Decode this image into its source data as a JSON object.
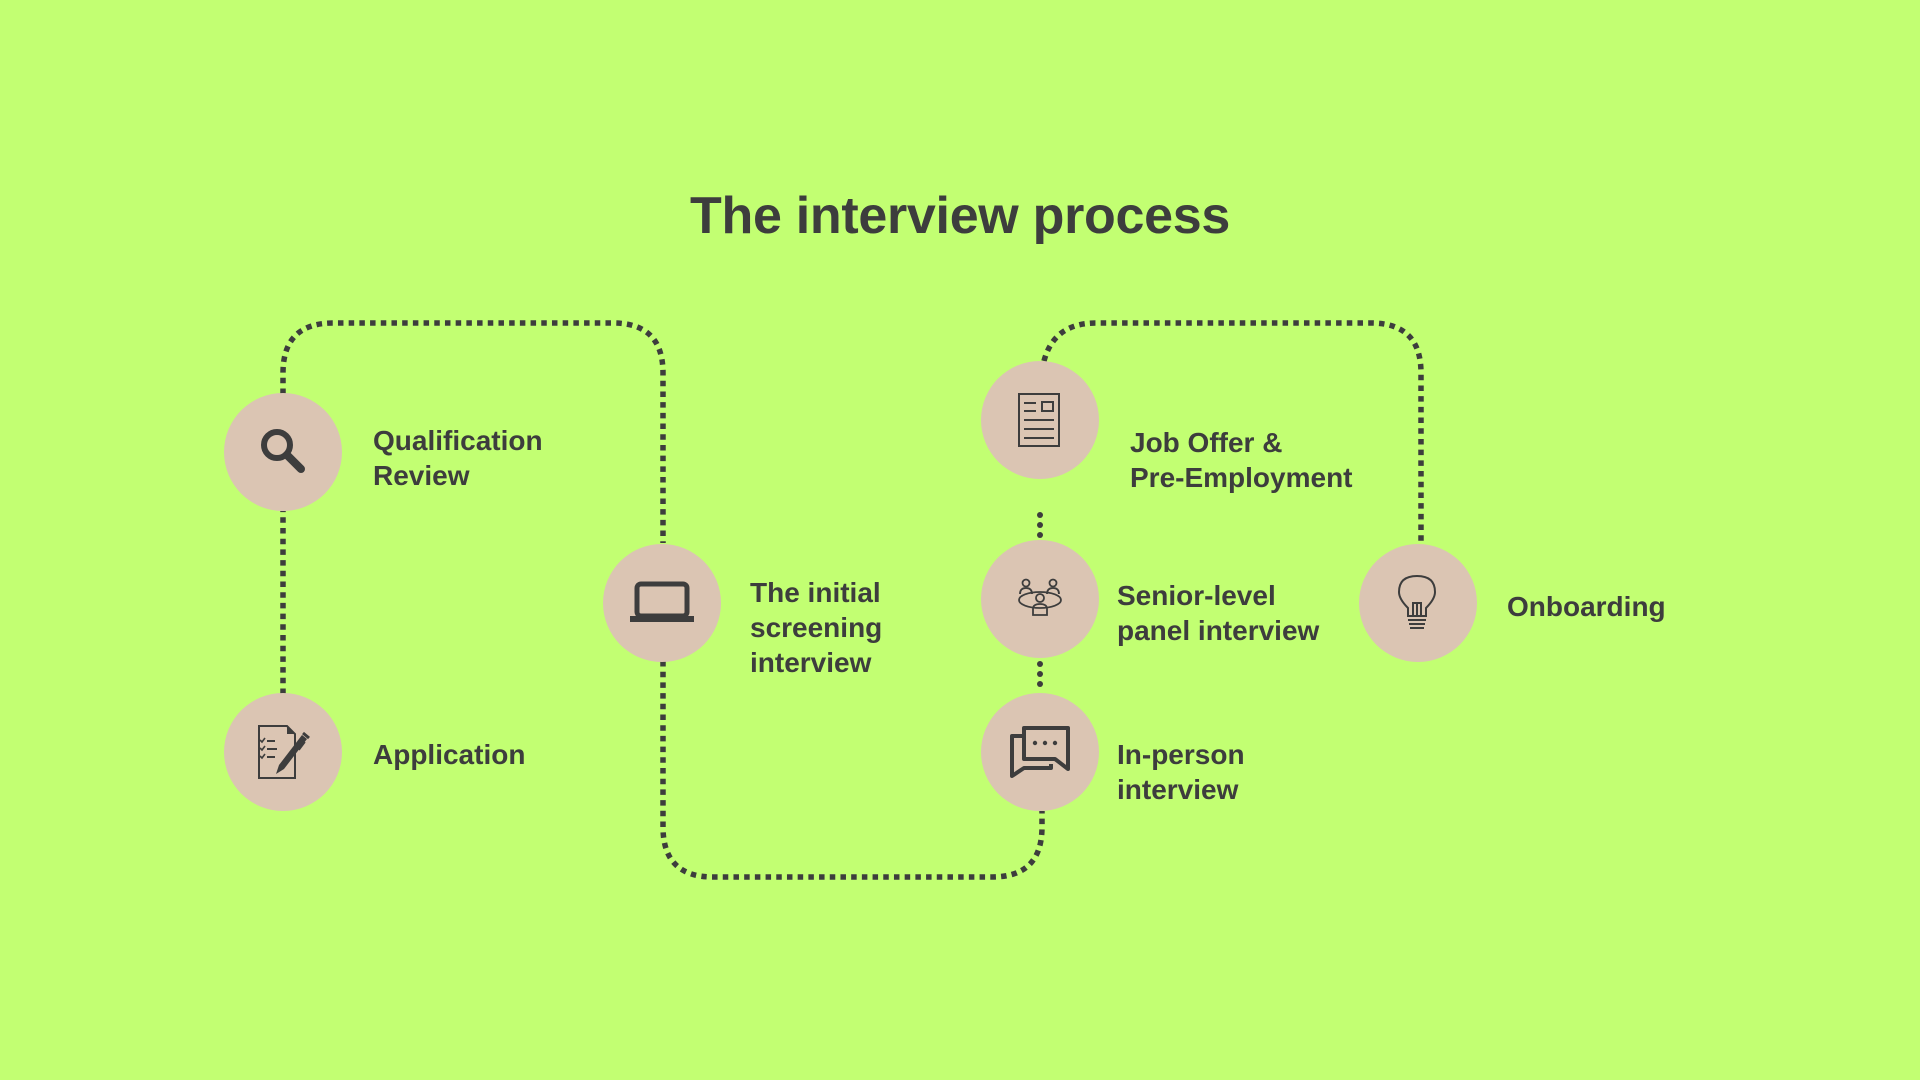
{
  "title": "The interview process",
  "colors": {
    "background": "#c2ff72",
    "circle": "#dbc5b3",
    "ink": "#3d3d3d"
  },
  "steps": [
    {
      "id": "application",
      "icon": "checklist-pencil-icon",
      "label_lines": [
        "Application"
      ]
    },
    {
      "id": "qualification-review",
      "icon": "magnifying-glass-icon",
      "label_lines": [
        "Qualification",
        "Review"
      ]
    },
    {
      "id": "initial-screening",
      "icon": "laptop-icon",
      "label_lines": [
        "The initial",
        "screening",
        "interview"
      ]
    },
    {
      "id": "in-person",
      "icon": "chat-bubbles-icon",
      "label_lines": [
        "In-person",
        "interview"
      ]
    },
    {
      "id": "senior-panel",
      "icon": "meeting-table-icon",
      "label_lines": [
        "Senior-level",
        "panel interview"
      ]
    },
    {
      "id": "job-offer",
      "icon": "document-icon",
      "label_lines": [
        "Job Offer &",
        "Pre-Employment"
      ]
    },
    {
      "id": "onboarding",
      "icon": "lightbulb-icon",
      "label_lines": [
        "Onboarding"
      ]
    }
  ]
}
